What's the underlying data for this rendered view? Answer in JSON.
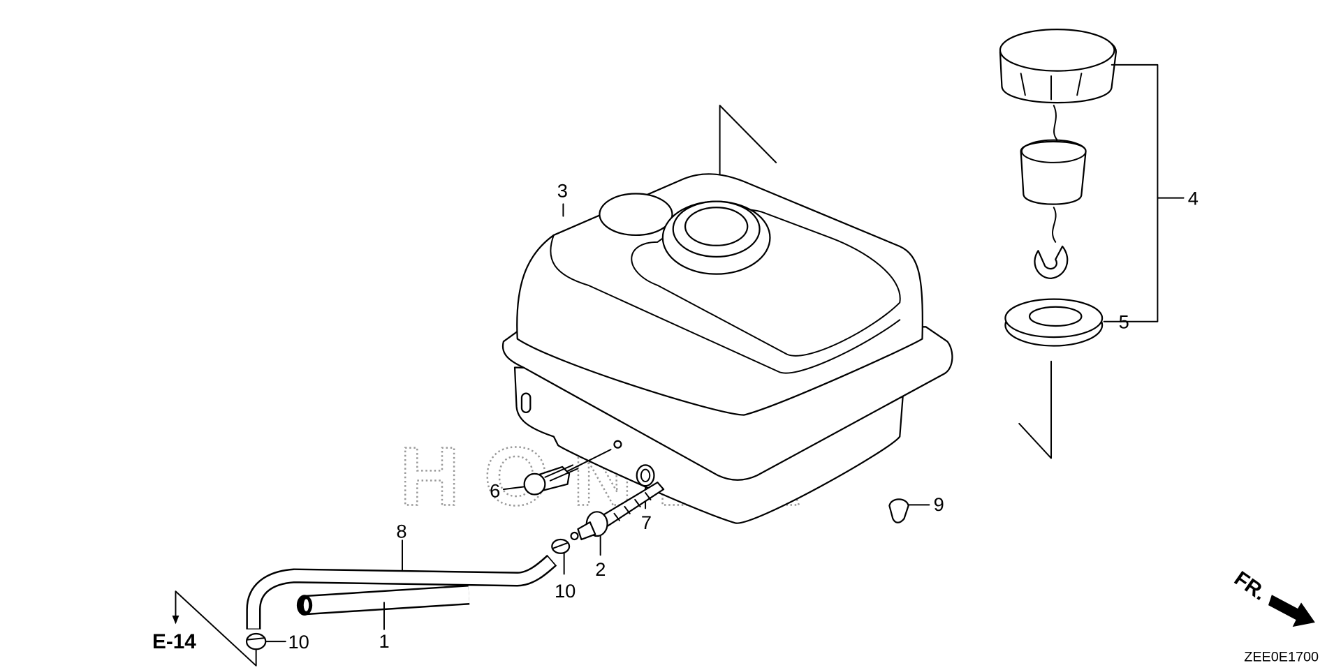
{
  "diagram": {
    "title_code": "ZEE0E1700",
    "reference": "E-14",
    "direction_label": "FR.",
    "watermark": "HONDA",
    "callouts": [
      "1",
      "2",
      "3",
      "4",
      "5",
      "6",
      "7",
      "8",
      "9",
      "10",
      "10"
    ]
  }
}
